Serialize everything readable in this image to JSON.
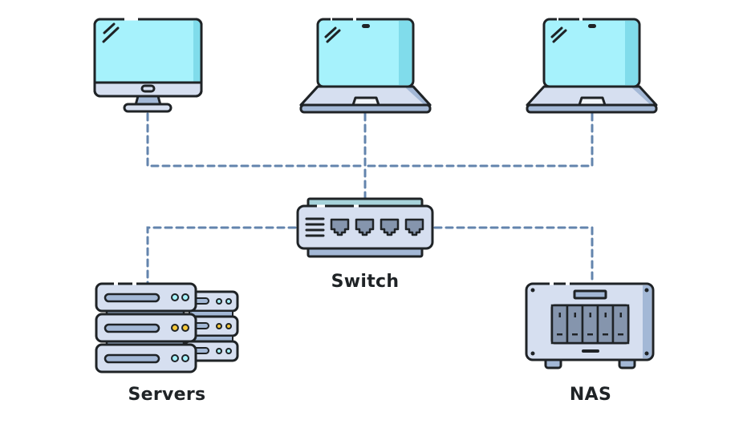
{
  "diagram": {
    "type": "network-topology",
    "colors": {
      "outline": "#1f2326",
      "screen": "#a6f2fc",
      "screen_shade": "#80dceb",
      "body": "#d6dff0",
      "body_shade": "#a3b8d6",
      "port": "#8595ad",
      "link": "#6384ad",
      "led_cyan": "#a6f2fc",
      "led_yellow": "#f5c93b",
      "switch_top": "#a7d3db"
    },
    "nodes": [
      {
        "id": "desktop",
        "kind": "desktop-monitor",
        "label": ""
      },
      {
        "id": "laptop-1",
        "kind": "laptop",
        "label": ""
      },
      {
        "id": "laptop-2",
        "kind": "laptop",
        "label": ""
      },
      {
        "id": "switch",
        "kind": "network-switch",
        "label": "Switch",
        "ports": 4
      },
      {
        "id": "servers",
        "kind": "server-rack",
        "label": "Servers",
        "units": 3
      },
      {
        "id": "nas",
        "kind": "nas",
        "label": "NAS",
        "drive_bays": 5
      }
    ],
    "links": [
      {
        "from": "desktop",
        "to": "switch",
        "style": "dashed"
      },
      {
        "from": "laptop-1",
        "to": "switch",
        "style": "dashed"
      },
      {
        "from": "laptop-2",
        "to": "switch",
        "style": "dashed"
      },
      {
        "from": "switch",
        "to": "servers",
        "style": "dashed"
      },
      {
        "from": "switch",
        "to": "nas",
        "style": "dashed"
      }
    ]
  },
  "labels": {
    "switch": "Switch",
    "servers": "Servers",
    "nas": "NAS"
  }
}
